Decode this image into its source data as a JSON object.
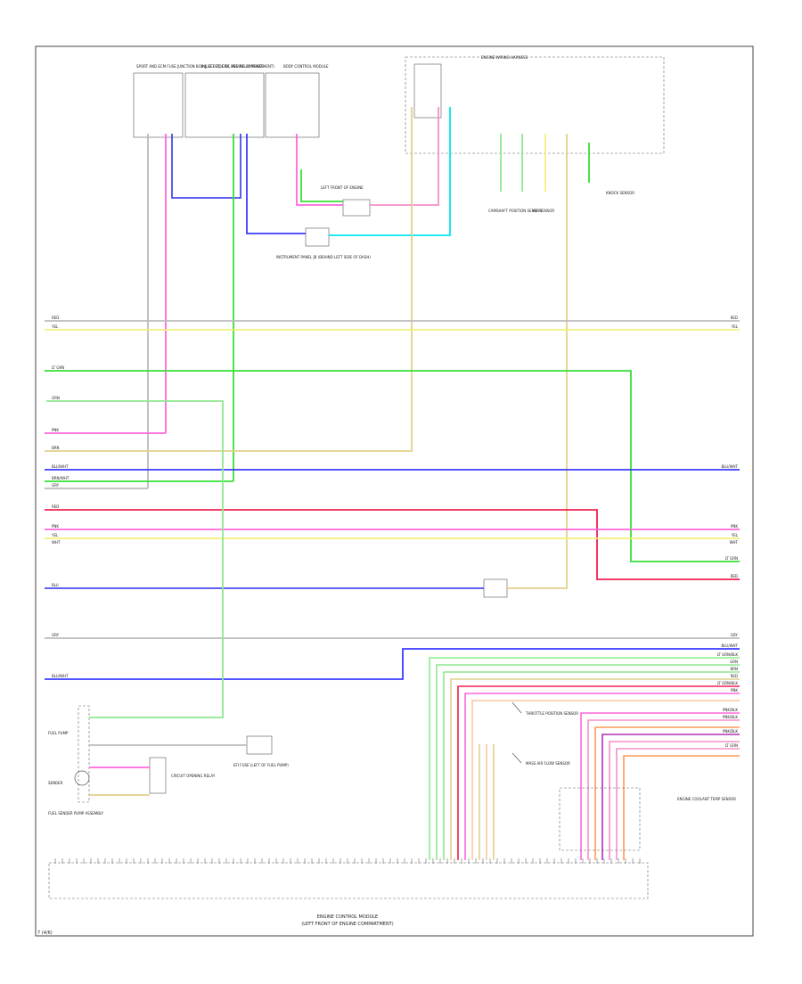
{
  "diagram": {
    "wire_colors": {
      "RED": "#f02050",
      "YEL": "#f4f07a",
      "LT GRN": "#38e038",
      "GRN": "#8fe88f",
      "PNK": "#ff66dd",
      "BRN": "#e2cf8c",
      "BLU/WHT": "#3b3bff",
      "GRY": "#bbbbbb",
      "WHT": "#d8d8d8",
      "BLU": "#4a4aee",
      "LT BLU": "#00e6ee",
      "PPL": "#b030b0",
      "TAN": "#f7c9a0",
      "ORN": "#ff9a5a",
      "PNK/BLK": "#f58fc8",
      "LT GRN/BLK": "#88ee88",
      "BLK": "#777777"
    },
    "top_components": {
      "ecm_group": "SPORT AND ECM FUSE JUNCTION BOX (LEFT SIDE OF ENGINE COMPARTMENT)",
      "relay_group": "INJ, ELECT, CRK, PCV RELAY FUSES",
      "body_group": "BODY CONTROL MODULE",
      "engine_harness": "ENGINE WIRING HARNESS",
      "coil_harness": "LEFT FRONT OF ENGINE",
      "junction_1": "INSTRUMENT PANEL JB (BEHIND LEFT SIDE OF DASH)",
      "sensor_1": "CAMSHAFT POSITION SENSOR",
      "sensor_2": "A/F SENSOR",
      "sensor_3": "KNOCK SENSOR"
    },
    "left_wire_labels": [
      "RED",
      "YEL",
      "LT GRN",
      "GRN",
      "PNK",
      "BRN",
      "BLU/WHT",
      "BRN/WHT",
      "GRY",
      "RED",
      "PNK",
      "YEL",
      "WHT",
      "BLU",
      "GRY",
      "BLU/WHT"
    ],
    "right_wire_labels": [
      "RED",
      "YEL",
      "BLU/WHT",
      "PNK",
      "YEL",
      "WHT",
      "LT GRN",
      "RED",
      "GRY",
      "BLU/WHT",
      "LT GRN/BLK",
      "GRN",
      "BRN",
      "RED",
      "LT GRN/BLK",
      "PNK",
      "PNK/BLK",
      "PNK/BLK",
      "PNK/BLK",
      "LT GRN"
    ],
    "bottom_left": {
      "fuel_pump_label": "FUEL PUMP",
      "sender_label": "SENDER",
      "assembly_label": "FUEL SENDER PUMP ASSEMBLY",
      "fuse_label": "EFI FUSE (LEFT OF FUEL PUMP)",
      "circuit_relay": "CIRCUIT OPENING RELAY"
    },
    "bottom_middle": {
      "sensor_a": "THROTTLE POSITION SENSOR",
      "sensor_b": "MASS AIR FLOW SENSOR",
      "sensor_c": "ENGINE COOLANT TEMP SENSOR"
    },
    "ecm_module": {
      "label_line1": "ENGINE CONTROL MODULE",
      "label_line2": "(LEFT FRONT OF ENGINE COMPARTMENT)"
    },
    "footer_code": "7 (4/6)"
  }
}
